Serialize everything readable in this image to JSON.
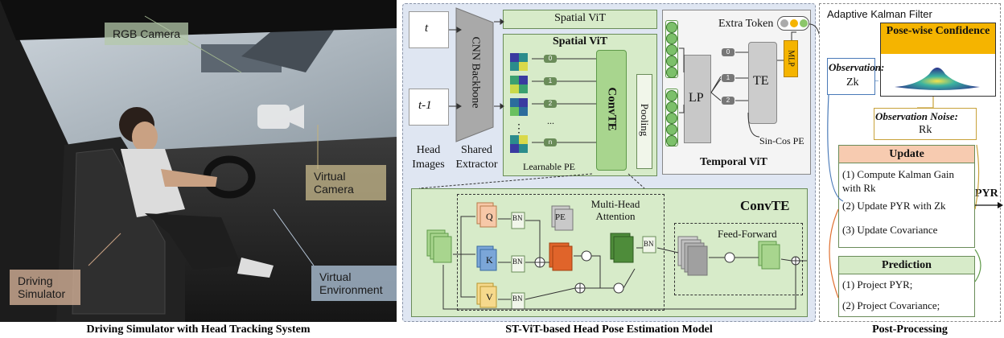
{
  "left_panel": {
    "callouts": {
      "rgb_camera": "RGB Camera",
      "virtual_camera": "Virtual Camera",
      "driving_simulator": "Driving Simulator",
      "virtual_environment": "Virtual Environment"
    },
    "caption": "Driving Simulator with Head Tracking System"
  },
  "middle_panel": {
    "input_t": "t",
    "input_t1": "t-1",
    "cnn_backbone": "CNN Backbone",
    "spatial_vit_top": "Spatial ViT",
    "spatial_vit_main": "Spatial ViT",
    "convte": "ConvTE",
    "pooling": "Pooling",
    "learnable_pe": "Learnable PE",
    "head_images": "Head Images",
    "shared_extractor": "Shared Extractor",
    "extra_token": "Extra Token",
    "lp": "LP",
    "te": "TE",
    "mlp": "MLP",
    "sincos_pe": "Sin-Cos PE",
    "temporal_vit": "Temporal ViT",
    "tokens": [
      "0",
      "1",
      "2",
      "...",
      "n"
    ],
    "temporal_tokens": [
      "0",
      "1",
      "2"
    ],
    "convte_detail": {
      "title": "ConvTE",
      "q": "Q",
      "k": "K",
      "v": "V",
      "bn": "BN",
      "pe": "PE",
      "mha": "Multi-Head Attention",
      "ff": "Feed-Forward"
    },
    "caption": "ST-ViT-based Head Pose Estimation Model"
  },
  "right_panel": {
    "title": "Adaptive Kalman Filter",
    "confidence": "Pose-wise Confidence",
    "observation": "Observation:",
    "observation_var": "Zk",
    "noise": "Observation Noise:",
    "noise_var": "Rk",
    "update_title": "Update",
    "update_steps": [
      "(1) Compute Kalman Gain with Rk",
      "(2) Update PYR with Zk",
      "(3) Update Covariance"
    ],
    "prediction_title": "Prediction",
    "prediction_steps": [
      "(1) Project PYR;",
      "(2) Project Covariance;"
    ],
    "output": "PYR",
    "caption": "Post-Processing"
  },
  "colors": {
    "panel_bg": "#dfe6f2",
    "green_dark": "#5f9a4a",
    "green_light": "#d7ebc9",
    "update_header": "#f7cbb0",
    "prediction_header": "#d7ebc9",
    "mlp": "#f5b400"
  }
}
